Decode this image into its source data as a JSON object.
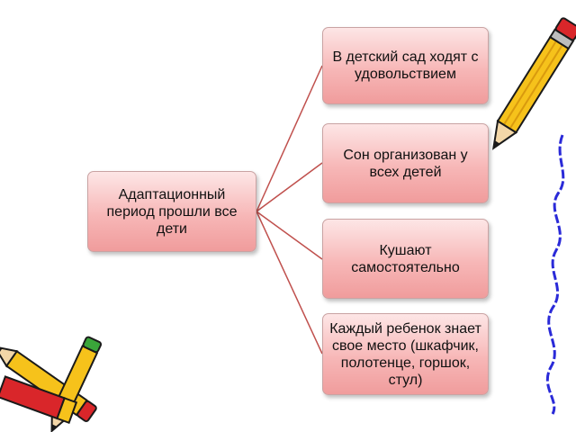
{
  "diagram": {
    "root": {
      "text": "Адаптационный период прошли все дети"
    },
    "children": [
      {
        "text": "В детский сад ходят с удовольствием"
      },
      {
        "text": "Сон организован у всех детей"
      },
      {
        "text": "Кушают самостоятельно"
      },
      {
        "text": "Каждый ребенок знает свое место (шкафчик, полотенце, горшок, стул)"
      }
    ]
  },
  "colors": {
    "connector": "#c0504d",
    "box_fill_top": "#fde6e6",
    "box_fill_bottom": "#f09c9c",
    "pencil_yellow": "#f6c21b",
    "pencil_outline": "#1a1a1a",
    "eraser_red": "#d9262a",
    "tip_green": "#3aa53a",
    "wavy_line": "#2a2ad8"
  },
  "decorations": [
    "pencil-icon",
    "crossed-pencils-icon",
    "wavy-line"
  ]
}
